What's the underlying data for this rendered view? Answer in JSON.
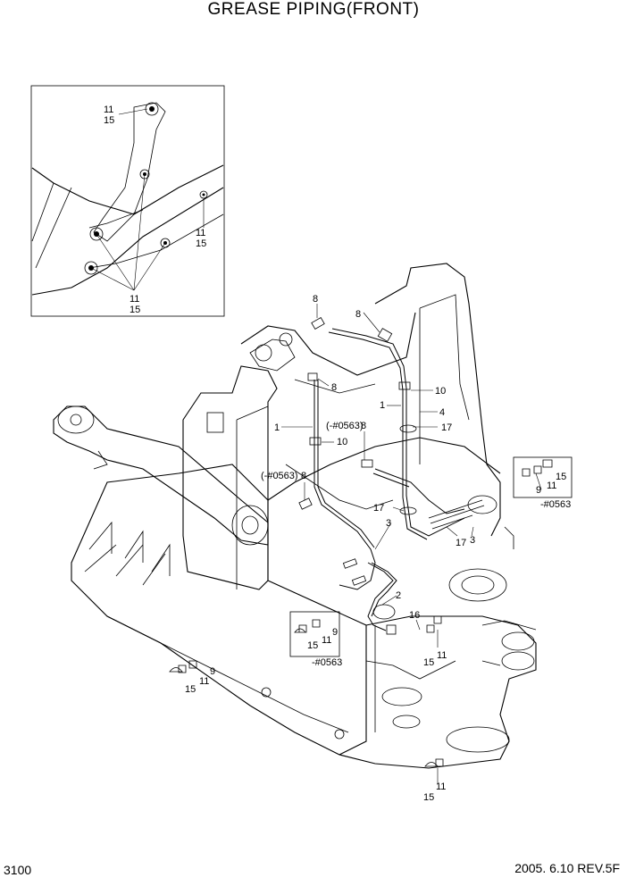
{
  "title": "GREASE PIPING(FRONT)",
  "page_number": "3100",
  "revision": "2005. 6.10  REV.5F",
  "callouts": {
    "inset_top_11": "11",
    "inset_top_15": "15",
    "inset_right_11": "11",
    "inset_right_15": "15",
    "inset_bottom_11": "11",
    "inset_bottom_15": "15",
    "c8a": "8",
    "c8b": "8",
    "c8c": "8",
    "c8d": "8",
    "c8e": "8",
    "c10a": "10",
    "c10b": "10",
    "c1a": "1",
    "c1b": "1",
    "c4": "4",
    "c17a": "17",
    "c17b": "17",
    "c17c": "17",
    "c3a": "3",
    "c3b": "3",
    "c2": "2",
    "c16": "16",
    "c11a": "11",
    "c15a": "15",
    "c0563a": "(-#0563)",
    "c0563b": "(-#0563)",
    "r15": "15",
    "r11": "11",
    "r9": "9",
    "r0563": "-#0563",
    "m9": "9",
    "m11": "11",
    "m15": "15",
    "m0563": "-#0563",
    "l9": "9",
    "l11": "11",
    "l15": "15",
    "b11": "11",
    "b15": "15"
  }
}
